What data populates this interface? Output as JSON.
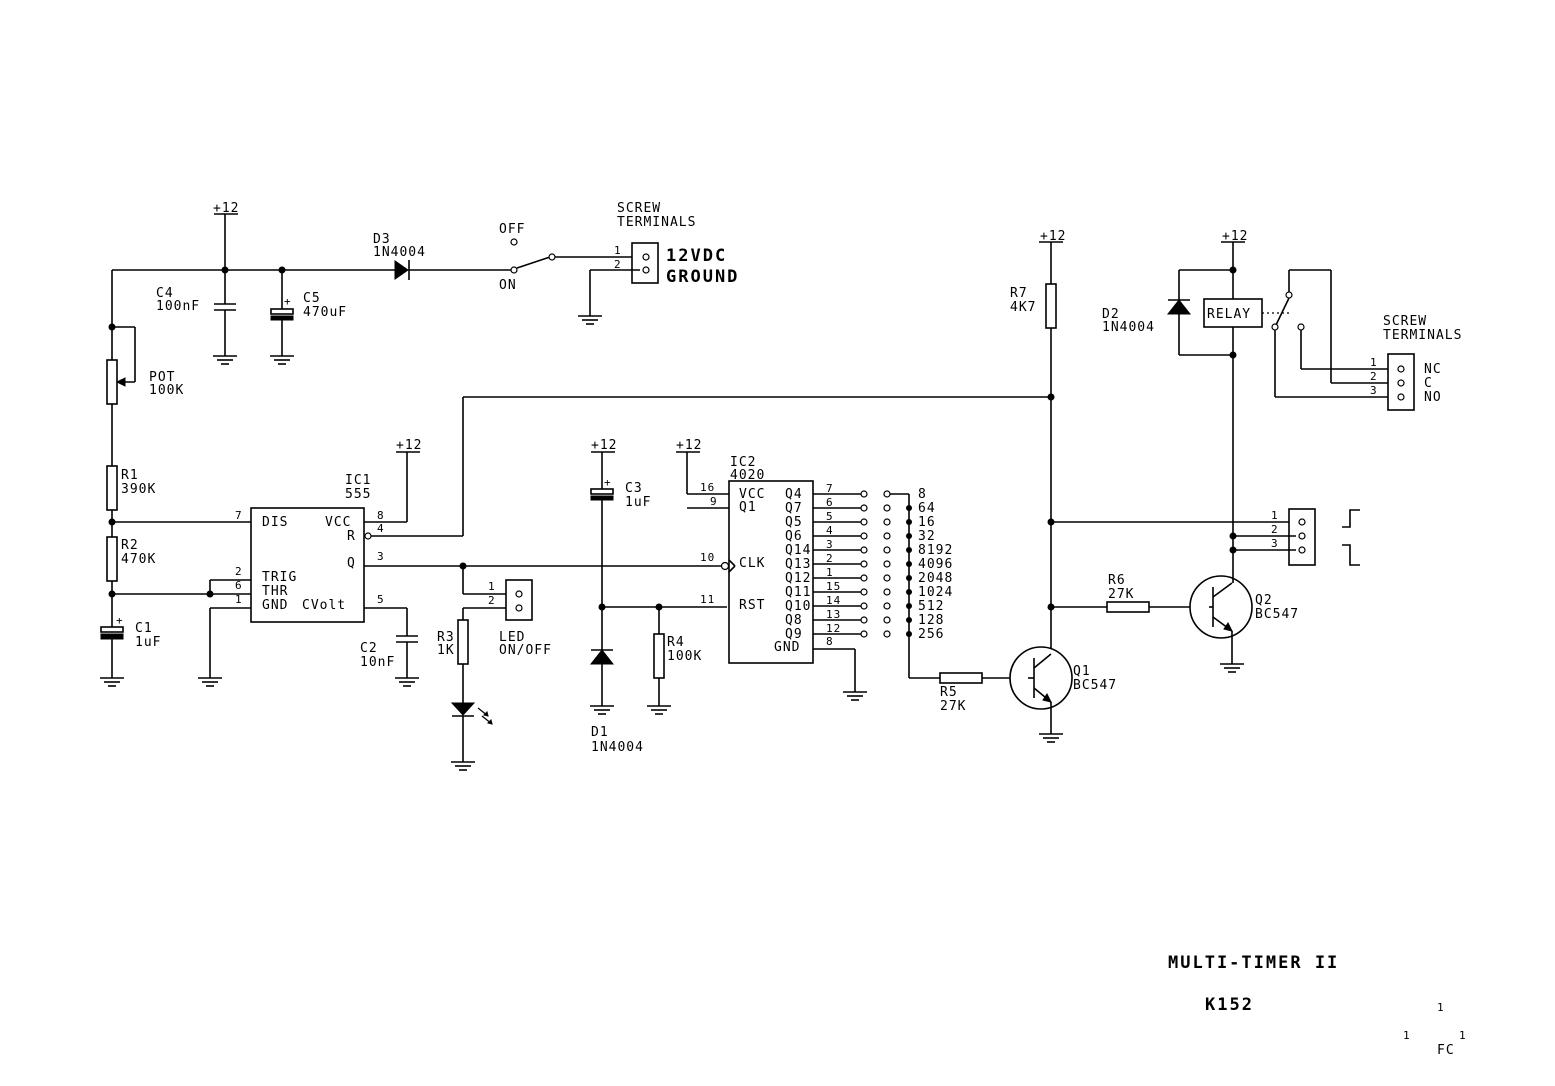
{
  "supply": "+12",
  "power": {
    "d3": {
      "ref": "D3",
      "value": "1N4004"
    },
    "switch": {
      "off": "OFF",
      "on": "ON"
    },
    "screw_terminals": "SCREW\nTERMINALS",
    "terminal_1": "12VDC",
    "terminal_2": "GROUND",
    "c4": {
      "ref": "C4",
      "value": "100nF"
    },
    "c5": {
      "ref": "C5",
      "value": "470uF"
    }
  },
  "timer": {
    "pot": {
      "ref": "POT",
      "value": "100K"
    },
    "r1": {
      "ref": "R1",
      "value": "390K"
    },
    "r2": {
      "ref": "R2",
      "value": "470K"
    },
    "c1": {
      "ref": "C1",
      "value": "1uF"
    },
    "ic1": {
      "ref": "IC1",
      "value": "555",
      "pins": {
        "dis": "DIS",
        "vcc": "VCC",
        "r": "R",
        "q": "Q",
        "trig": "TRIG",
        "thr": "THR",
        "gnd": "GND",
        "cvolt": "CVolt"
      }
    },
    "c2": {
      "ref": "C2",
      "value": "10nF"
    }
  },
  "led": {
    "r3": {
      "ref": "R3",
      "value": "1K"
    },
    "connector": "LED\nON/OFF"
  },
  "counter": {
    "c3": {
      "ref": "C3",
      "value": "1uF"
    },
    "d1": {
      "ref": "D1",
      "value": "1N4004"
    },
    "r4": {
      "ref": "R4",
      "value": "100K"
    },
    "ic2": {
      "ref": "IC2",
      "value": "4020",
      "pins_left": {
        "vcc": "VCC",
        "q1": "Q1",
        "clk": "CLK",
        "rst": "RST"
      },
      "gnd": "GND"
    },
    "outputs": [
      {
        "q": "Q4",
        "pin": "7",
        "count": "8"
      },
      {
        "q": "Q7",
        "pin": "6",
        "count": "64"
      },
      {
        "q": "Q5",
        "pin": "5",
        "count": "16"
      },
      {
        "q": "Q6",
        "pin": "4",
        "count": "32"
      },
      {
        "q": "Q14",
        "pin": "3",
        "count": "8192"
      },
      {
        "q": "Q13",
        "pin": "2",
        "count": "4096"
      },
      {
        "q": "Q12",
        "pin": "1",
        "count": "2048"
      },
      {
        "q": "Q11",
        "pin": "15",
        "count": "1024"
      },
      {
        "q": "Q10",
        "pin": "14",
        "count": "512"
      },
      {
        "q": "Q8",
        "pin": "13",
        "count": "128"
      },
      {
        "q": "Q9",
        "pin": "12",
        "count": "256"
      }
    ]
  },
  "driver": {
    "r7": {
      "ref": "R7",
      "value": "4K7"
    },
    "r5": {
      "ref": "R5",
      "value": "27K"
    },
    "r6": {
      "ref": "R6",
      "value": "27K"
    },
    "q1": {
      "ref": "Q1",
      "value": "BC547"
    },
    "q2": {
      "ref": "Q2",
      "value": "BC547"
    },
    "d2": {
      "ref": "D2",
      "value": "1N4004"
    },
    "relay": "RELAY",
    "screw_terminals": "SCREW\nTERMINALS",
    "relay_terminals": [
      "NC",
      "C",
      "NO"
    ]
  },
  "title": {
    "name": "MULTI-TIMER II",
    "code": "K152",
    "fc": "FC",
    "marks": [
      "1",
      "1",
      "1"
    ]
  }
}
